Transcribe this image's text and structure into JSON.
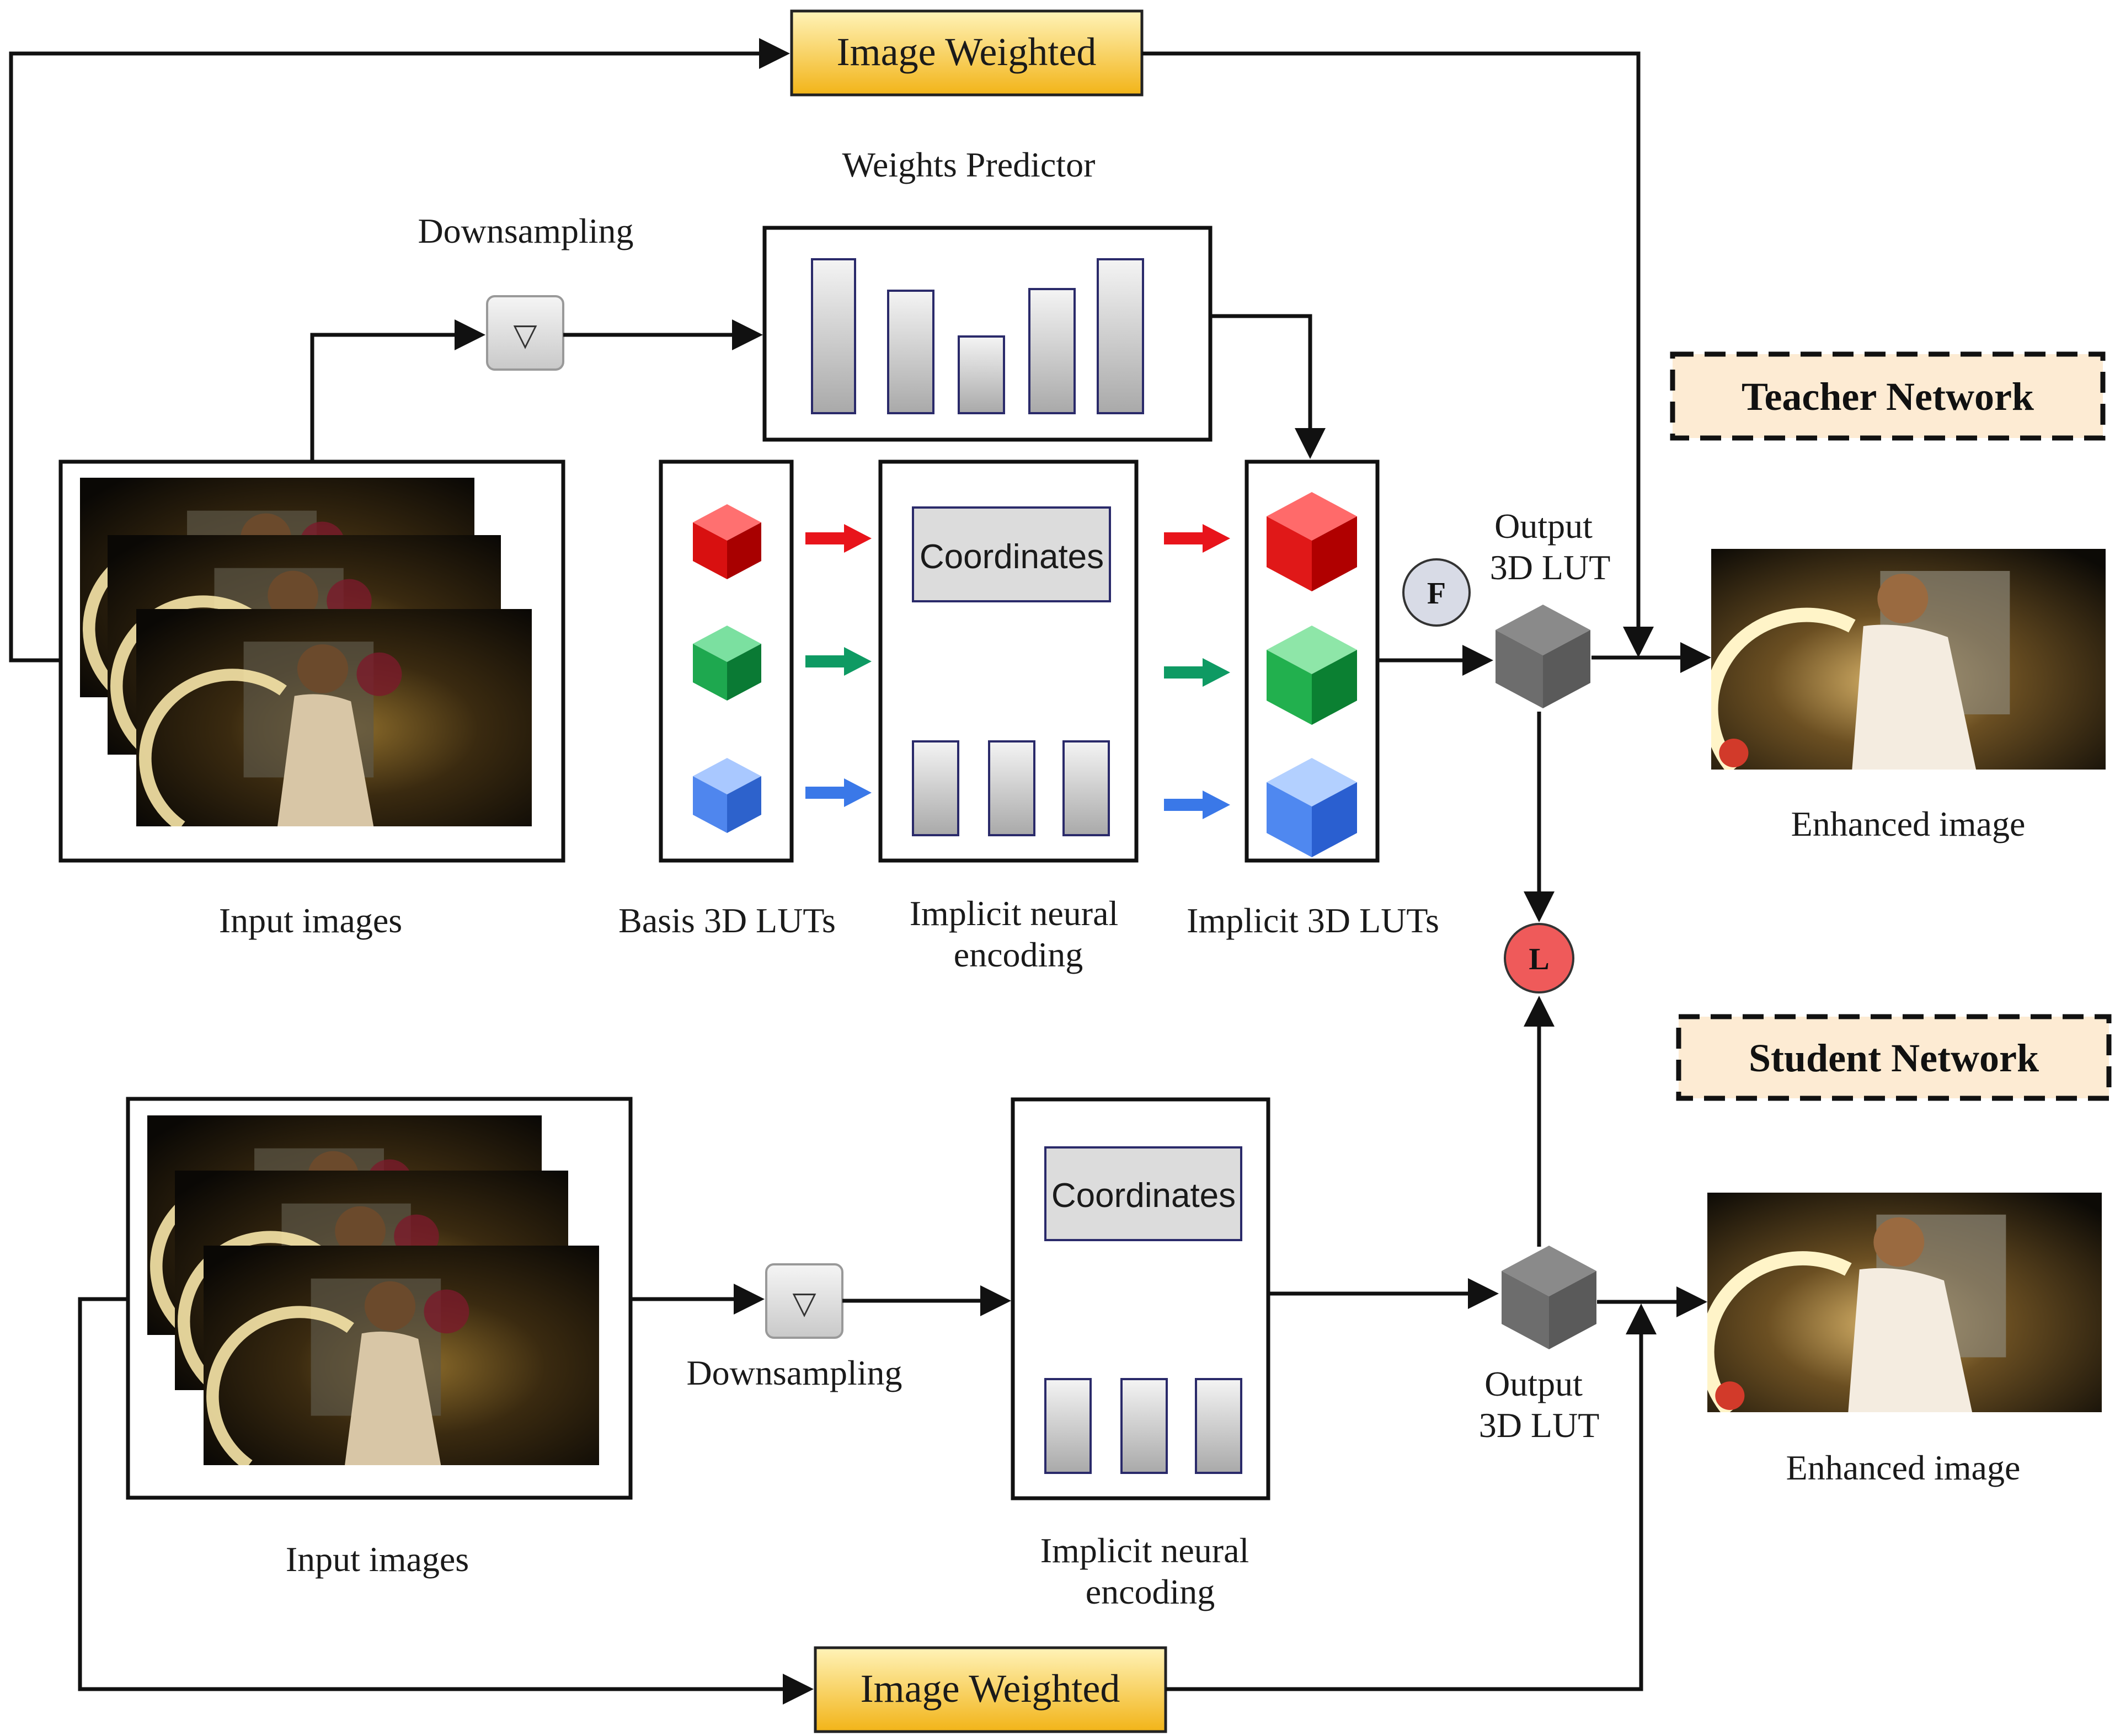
{
  "colors": {
    "red_arrow": "#e8141b",
    "green_arrow": "#0e9a63",
    "blue_arrow": "#3a78e8",
    "weighted_box_top": "#fff0b0",
    "weighted_box_bottom": "#f2b418",
    "network_tag_fill": "#fdebd3",
    "loss_circle": "#ef5a5a",
    "fusion_circle": "#d8dbe6",
    "output_cube": "#6f6f6f"
  },
  "icons": {
    "downsample": "triangle-down-icon",
    "fusion": "circle-letter-icon",
    "loss": "circle-letter-icon",
    "lut_cube": "cube-icon"
  },
  "top_branch": {
    "image_weighted_label": "Image Weighted",
    "weights_predictor_label": "Weights Predictor",
    "downsampling_label": "Downsampling",
    "downsample_symbol": "▽",
    "input_images_label": "Input images",
    "basis_luts_label": "Basis 3D LUTs",
    "coordinates_label": "Coordinates",
    "implicit_encoding_line1": "Implicit neural",
    "implicit_encoding_line2": "encoding",
    "implicit_luts_label": "Implicit 3D LUTs",
    "fusion_symbol": "F",
    "output_lut_line1": "Output",
    "output_lut_line2": "3D LUT",
    "enhanced_image_label": "Enhanced image",
    "network_tag": "Teacher Network"
  },
  "loss_symbol": "L",
  "bottom_branch": {
    "image_weighted_label": "Image Weighted",
    "downsampling_label": "Downsampling",
    "downsample_symbol": "▽",
    "input_images_label": "Input images",
    "coordinates_label": "Coordinates",
    "implicit_encoding_line1": "Implicit neural",
    "implicit_encoding_line2": "encoding",
    "output_lut_line1": "Output",
    "output_lut_line2": "3D LUT",
    "enhanced_image_label": "Enhanced image",
    "network_tag": "Student Network"
  }
}
